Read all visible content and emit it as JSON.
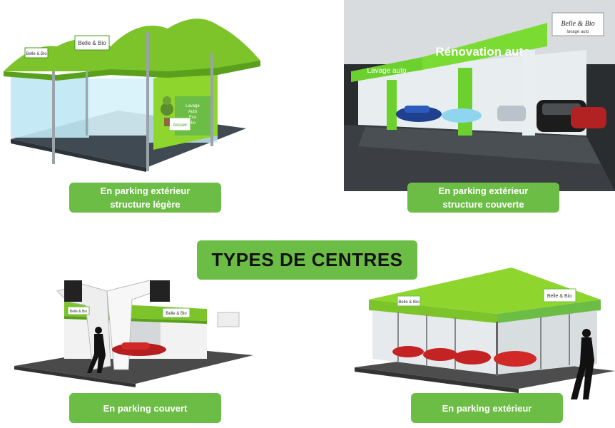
{
  "title": "TYPES DE CENTRES",
  "centres": [
    {
      "line1": "En parking extérieur",
      "line2": "structure légère"
    },
    {
      "line1": "En parking extérieur",
      "line2": "structure couverte"
    },
    {
      "line1": "En parking couvert"
    },
    {
      "line1": "En parking extérieur"
    }
  ],
  "images": {
    "tent": {
      "brand": "Belle & Bio",
      "stand_words": [
        "Lavage",
        "Auto",
        "Eco",
        "Bio"
      ],
      "accueil": "Accueil"
    },
    "covered": {
      "brand": "Belle & Bio",
      "brand_sub": "lavage auto",
      "banner": "Rénovation auto",
      "banner_small": "Lavage auto"
    },
    "parking": {
      "brand": "Belle & Bio"
    },
    "outdoor": {
      "brand": "Belle & Bio"
    }
  },
  "colors": {
    "accent": "#6cbd45",
    "dark_green": "#4a9a22",
    "lime": "#8ed62e"
  }
}
